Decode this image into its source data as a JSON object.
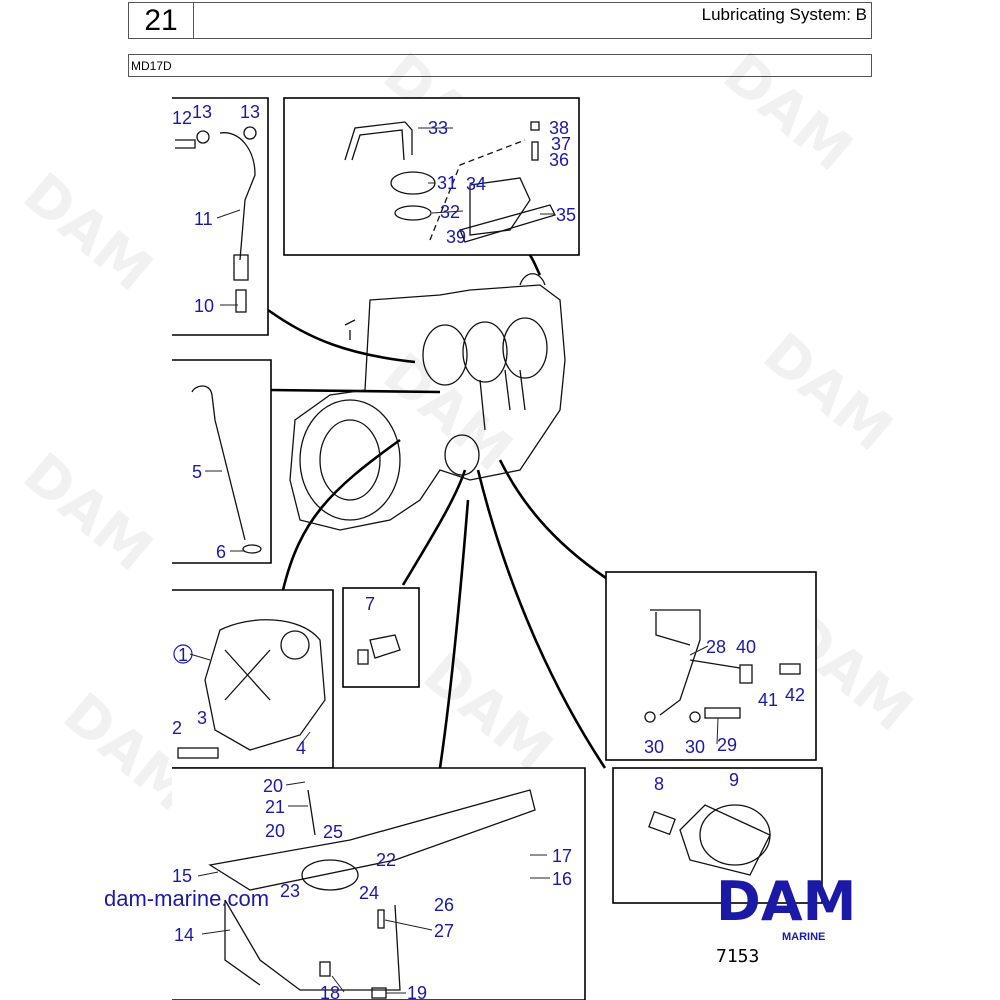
{
  "header": {
    "section_number": "21",
    "title": "Lubricating System: B"
  },
  "model": "MD17D",
  "website": "dam-marine.com",
  "drawing_ref": "7153",
  "logo": {
    "name": "DAM",
    "sub": "MARINE",
    "color": "#1a1aa6"
  },
  "watermark": "DAM",
  "colors": {
    "callout": "#1a1aa6",
    "line": "#000000"
  },
  "callouts": {
    "c1": "1",
    "c2": "2",
    "c3": "3",
    "c4": "4",
    "c5": "5",
    "c6": "6",
    "c7": "7",
    "c8": "8",
    "c9": "9",
    "c10": "10",
    "c11": "11",
    "c12": "12",
    "c13a": "13",
    "c13b": "13",
    "c14": "14",
    "c15": "15",
    "c16": "16",
    "c17": "17",
    "c18": "18",
    "c19": "19",
    "c20a": "20",
    "c20b": "20",
    "c21": "21",
    "c22": "22",
    "c23": "23",
    "c24": "24",
    "c25": "25",
    "c26": "26",
    "c27": "27",
    "c28": "28",
    "c29": "29",
    "c30a": "30",
    "c30b": "30",
    "c31": "31",
    "c32": "32",
    "c33": "33",
    "c34": "34",
    "c35": "35",
    "c36": "36",
    "c37": "37",
    "c38": "38",
    "c39": "39",
    "c40": "40",
    "c41": "41",
    "c42": "42"
  }
}
